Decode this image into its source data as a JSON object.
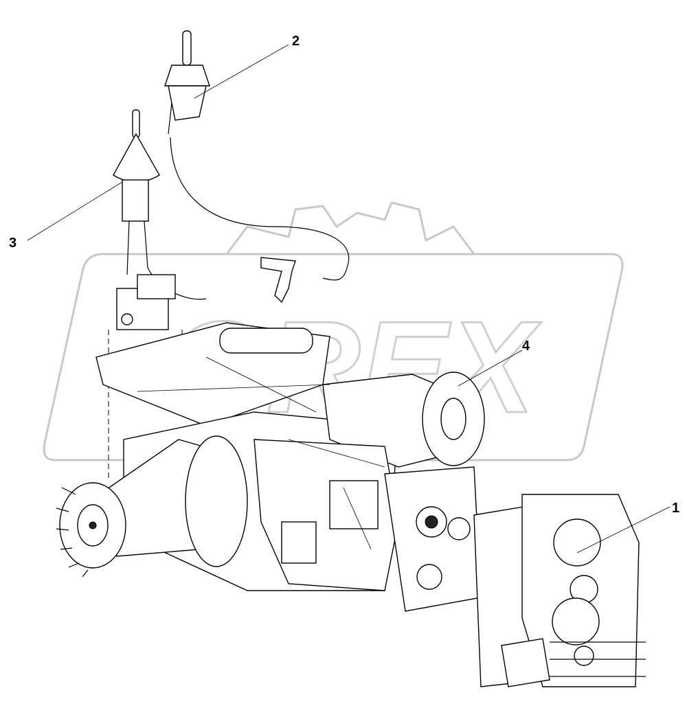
{
  "diagram": {
    "watermark_logo": "OREX",
    "callouts": [
      {
        "number": "1"
      },
      {
        "number": "2"
      },
      {
        "number": "3"
      },
      {
        "number": "4"
      }
    ]
  },
  "colors": {
    "line": "#000000",
    "watermark": "#c8c8c8",
    "background": "#ffffff"
  }
}
